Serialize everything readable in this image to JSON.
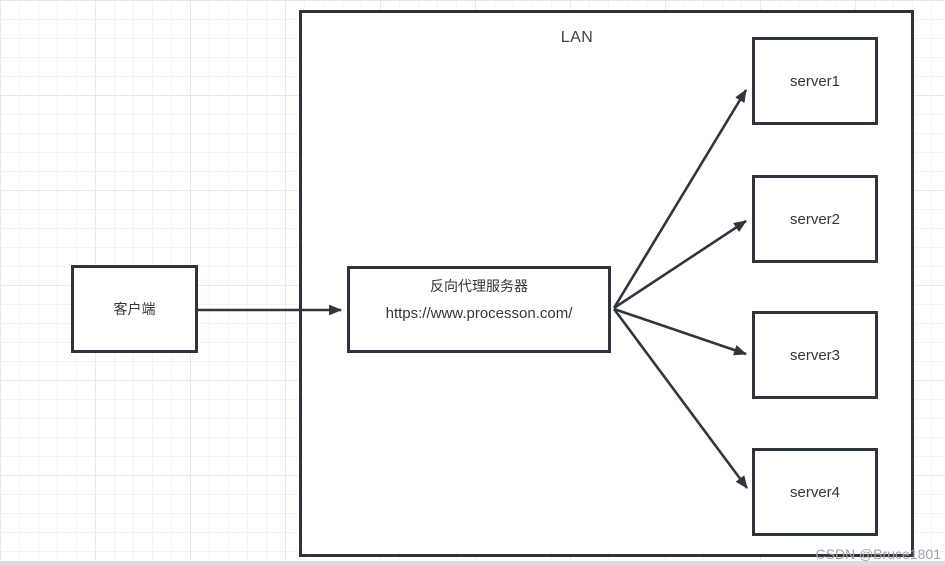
{
  "colors": {
    "shape_stroke": "#2e333d",
    "grid_minor": "#f3f3f5",
    "grid_major": "#e9e9ec",
    "watermark_text": "#9fa3aa",
    "bottom_bar": "#dbdcdf"
  },
  "diagram": {
    "lan_label": "LAN",
    "client": {
      "label": "客户端"
    },
    "proxy": {
      "title": "反向代理服务器",
      "url": "https://www.processon.com/"
    },
    "servers": [
      {
        "label": "server1"
      },
      {
        "label": "server2"
      },
      {
        "label": "server3"
      },
      {
        "label": "server4"
      }
    ]
  },
  "watermark": {
    "text": "CSDN @Bruce1801"
  }
}
